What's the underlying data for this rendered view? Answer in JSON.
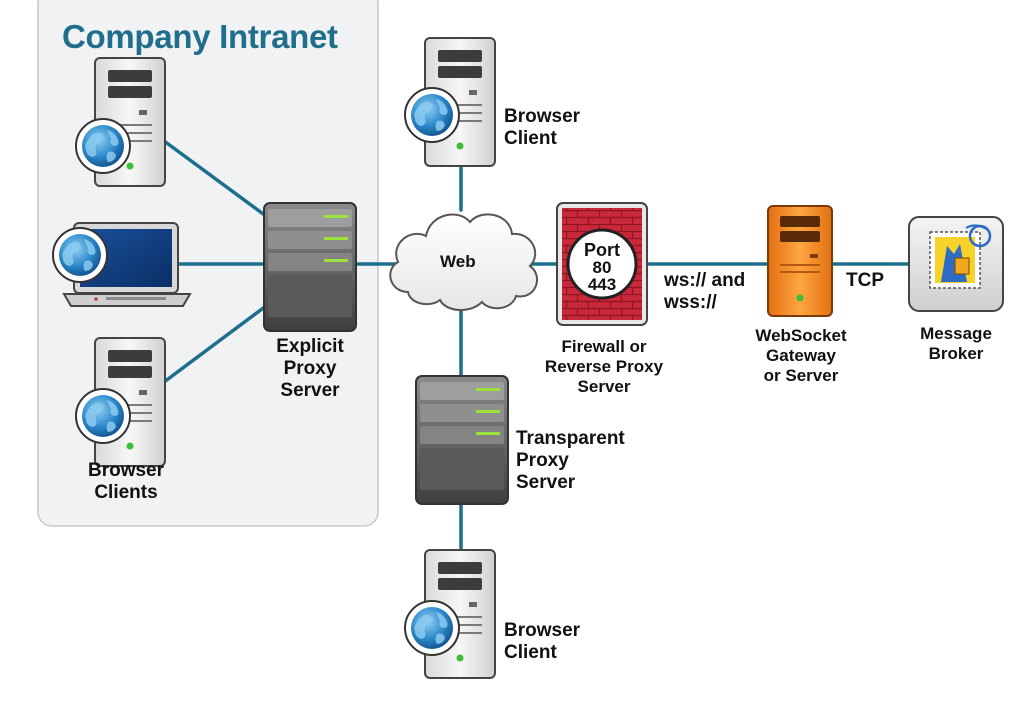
{
  "intranet": {
    "title": "Company Intranet"
  },
  "labels": {
    "browser_clients": [
      "Browser",
      "Clients"
    ],
    "explicit_proxy": [
      "Explicit",
      "Proxy",
      "Server"
    ],
    "browser_client_top": [
      "Browser",
      "Client"
    ],
    "web": "Web",
    "transparent_proxy": [
      "Transparent",
      "Proxy",
      "Server"
    ],
    "browser_client_bottom": [
      "Browser",
      "Client"
    ],
    "firewall": [
      "Firewall or",
      "Reverse Proxy",
      "Server"
    ],
    "firewall_badge": [
      "Port",
      "80",
      "443"
    ],
    "protocol": [
      "ws:// and",
      "wss://"
    ],
    "gateway": [
      "WebSocket",
      "Gateway",
      "or Server"
    ],
    "tcp": "TCP",
    "broker": [
      "Message",
      "Broker"
    ]
  },
  "icons": {
    "tower": "server-tower-icon",
    "globe": "globe-icon",
    "laptop": "laptop-icon",
    "rack": "rack-server-icon",
    "cloud": "cloud-icon",
    "firewall": "firewall-brick-wall-icon",
    "gateway": "orange-server-tower-icon",
    "broker": "postage-stamp-icon"
  },
  "colors": {
    "link": "#1c6f8e",
    "title": "#1f6e8c",
    "intranet_bg": "#f1f2f3",
    "gateway": "#f28a1f",
    "firewall": "#c8283a"
  }
}
